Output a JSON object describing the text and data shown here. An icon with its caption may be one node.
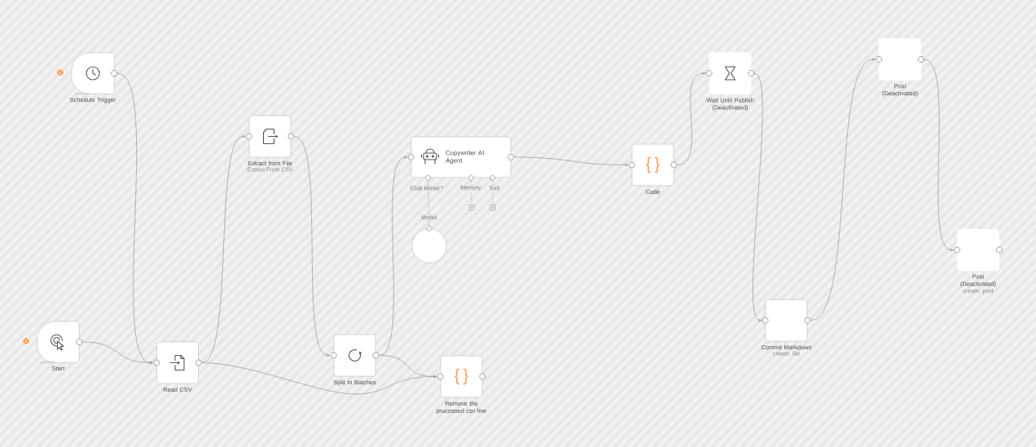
{
  "diagram": {
    "nodes": [
      {
        "text": [
          "Schedule Trigger"
        ]
      },
      {
        "text": [
          "Start"
        ]
      },
      {
        "text": [
          "Read CSV"
        ]
      },
      {
        "text": [
          "Extract from File",
          "Extract From CSV"
        ]
      },
      {
        "text": [
          "Split In Batches"
        ]
      },
      {
        "text": [
          "Remove the processed csv line"
        ]
      },
      {
        "text": [
          "Copywriter AI Agent"
        ],
        "beside": [
          "Chat Model *",
          "Memory",
          "Tool"
        ]
      },
      {
        "text": [],
        "shape": "circle"
      },
      {
        "text": [
          "Code"
        ]
      },
      {
        "text": [
          "Wait Until Publish (Deactivated)"
        ]
      },
      {
        "text": [
          "Commit Markdown",
          "create: file"
        ]
      },
      {
        "text": [
          "Post (Deactivated)"
        ]
      },
      {
        "text": [
          "Post (Deactivated)",
          "create: post"
        ]
      }
    ],
    "edges": [
      {
        "from": 0,
        "to": 2,
        "arrow": "to"
      },
      {
        "from": 1,
        "to": 2,
        "arrow": "to"
      },
      {
        "from": 2,
        "to": 3,
        "arrow": "to"
      },
      {
        "from": 2,
        "to": 5,
        "arrow": "to"
      },
      {
        "from": 3,
        "to": 4,
        "arrow": "to"
      },
      {
        "from": 4,
        "to": 6,
        "arrow": "to"
      },
      {
        "from": 4,
        "to": 5,
        "arrow": "to"
      },
      {
        "from": 6,
        "to": 7,
        "arrow": "none",
        "style": "dashed",
        "label": "Model"
      },
      {
        "from": 6,
        "to": 8,
        "arrow": "to"
      },
      {
        "from": 8,
        "to": 9,
        "arrow": "to"
      },
      {
        "from": 9,
        "to": 10,
        "arrow": "to"
      },
      {
        "from": 10,
        "to": 11,
        "arrow": "to"
      },
      {
        "from": 11,
        "to": 12,
        "arrow": "to"
      }
    ]
  }
}
